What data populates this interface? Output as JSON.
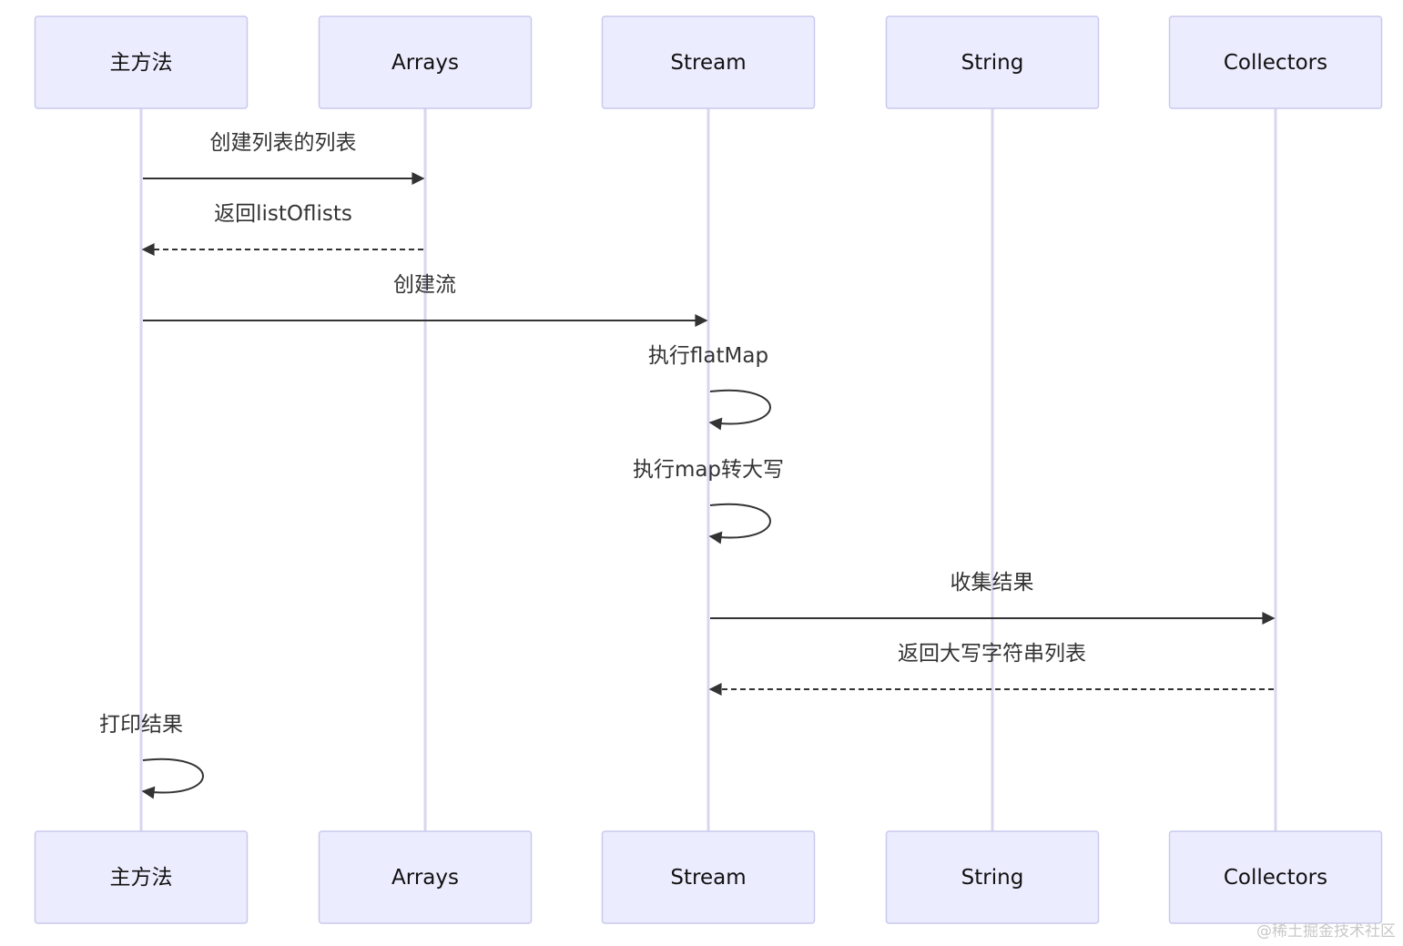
{
  "diagram": {
    "type": "sequence",
    "participants": [
      "主方法",
      "Arrays",
      "Stream",
      "String",
      "Collectors"
    ],
    "messages": [
      {
        "from": 0,
        "to": 1,
        "label": "创建列表的列表",
        "style": "solid"
      },
      {
        "from": 1,
        "to": 0,
        "label": "返回listOflists",
        "style": "dashed"
      },
      {
        "from": 0,
        "to": 2,
        "label": "创建流",
        "style": "solid"
      },
      {
        "from": 2,
        "to": 2,
        "label": "执行flatMap",
        "style": "solid"
      },
      {
        "from": 2,
        "to": 2,
        "label": "执行map转大写",
        "style": "solid"
      },
      {
        "from": 2,
        "to": 4,
        "label": "收集结果",
        "style": "solid"
      },
      {
        "from": 4,
        "to": 2,
        "label": "返回大写字符串列表",
        "style": "dashed"
      },
      {
        "from": 0,
        "to": 0,
        "label": "打印结果",
        "style": "solid"
      }
    ],
    "colors": {
      "box_fill": "#ECECFF",
      "box_border": "#C9C9EE",
      "lifeline": "#D9D6EF",
      "arrow": "#333333",
      "text": "#333333"
    }
  },
  "watermark": "@稀土掘金技术社区"
}
